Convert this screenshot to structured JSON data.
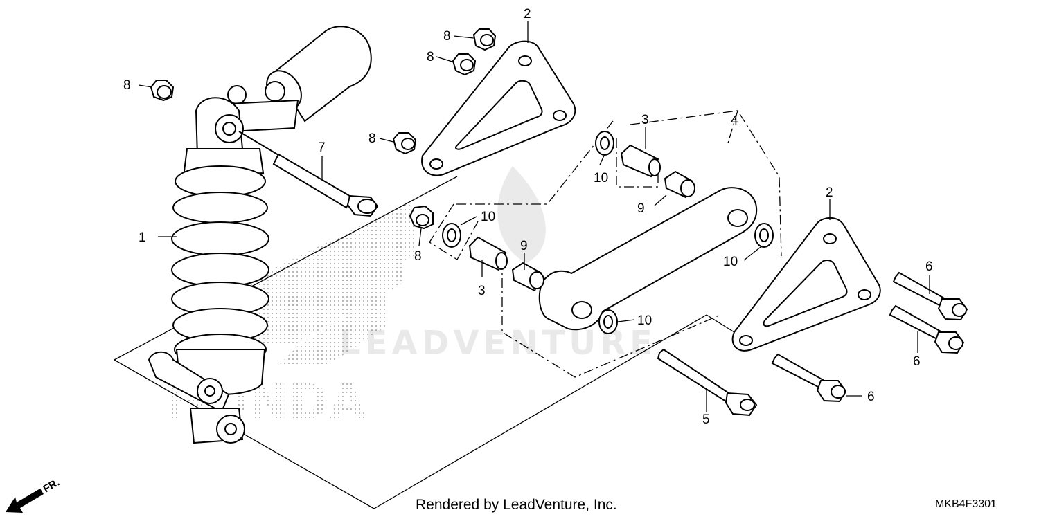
{
  "diagram": {
    "callouts": {
      "c1": "1",
      "c2a": "2",
      "c2b": "2",
      "c3a": "3",
      "c3b": "3",
      "c4": "4",
      "c5": "5",
      "c6a": "6",
      "c6b": "6",
      "c6c": "6",
      "c7": "7",
      "c8a": "8",
      "c8b": "8",
      "c8c": "8",
      "c8d": "8",
      "c8e": "8",
      "c9a": "9",
      "c9b": "9",
      "c10a": "10",
      "c10b": "10",
      "c10c": "10",
      "c10d": "10"
    },
    "front_arrow_label": "FR.",
    "watermark_brand": "HONDA",
    "watermark_text": "LEADVENTURE"
  },
  "footer": {
    "credit": "Rendered by LeadVenture, Inc.",
    "diagram_code": "MKB4F3301"
  }
}
